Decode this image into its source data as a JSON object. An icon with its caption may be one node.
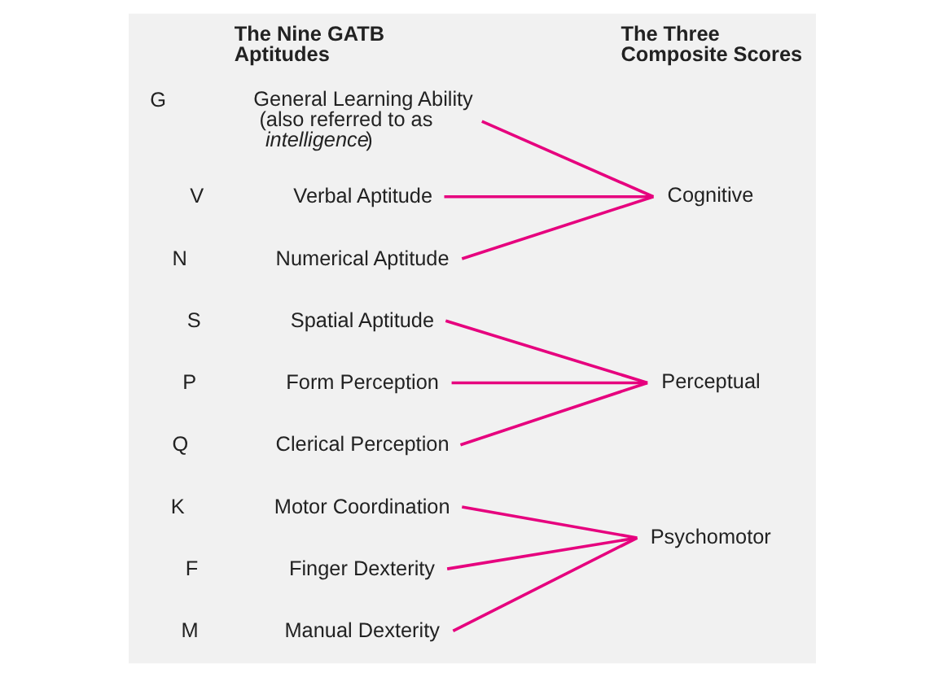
{
  "diagram": {
    "nodes": [
      {
        "text": [
          "General Learning Ability (also referred to as *intelligence*)"
        ],
        "beside": [
          "G"
        ]
      },
      {
        "text": [
          "Verbal Aptitude"
        ],
        "beside": [
          "V"
        ]
      },
      {
        "text": [
          "Numerical Aptitude"
        ],
        "beside": [
          "N"
        ]
      },
      {
        "text": [
          "Spatial Aptitude"
        ],
        "beside": [
          "S"
        ]
      },
      {
        "text": [
          "Form Perception"
        ],
        "beside": [
          "P"
        ]
      },
      {
        "text": [
          "Clerical Perception"
        ],
        "beside": [
          "Q"
        ]
      },
      {
        "text": [
          "Motor Coordination"
        ],
        "beside": [
          "K"
        ]
      },
      {
        "text": [
          "Finger Dexterity"
        ],
        "beside": [
          "F"
        ]
      },
      {
        "text": [
          "Manual Dexterity"
        ],
        "beside": [
          "M"
        ]
      },
      {
        "text": [
          "Cognitive"
        ]
      },
      {
        "text": [
          "Perceptual"
        ]
      },
      {
        "text": [
          "Psychomotor"
        ]
      }
    ],
    "edges": [
      {
        "from": 0,
        "to": 9,
        "arrow": "none"
      },
      {
        "from": 1,
        "to": 9,
        "arrow": "none"
      },
      {
        "from": 2,
        "to": 9,
        "arrow": "none"
      },
      {
        "from": 3,
        "to": 10,
        "arrow": "none"
      },
      {
        "from": 4,
        "to": 10,
        "arrow": "none"
      },
      {
        "from": 5,
        "to": 10,
        "arrow": "none"
      },
      {
        "from": 6,
        "to": 11,
        "arrow": "none"
      },
      {
        "from": 7,
        "to": 11,
        "arrow": "none"
      },
      {
        "from": 8,
        "to": 11,
        "arrow": "none"
      }
    ],
    "labels": [
      "The Nine GATB Aptitudes",
      "The Three Composite Scores"
    ]
  }
}
